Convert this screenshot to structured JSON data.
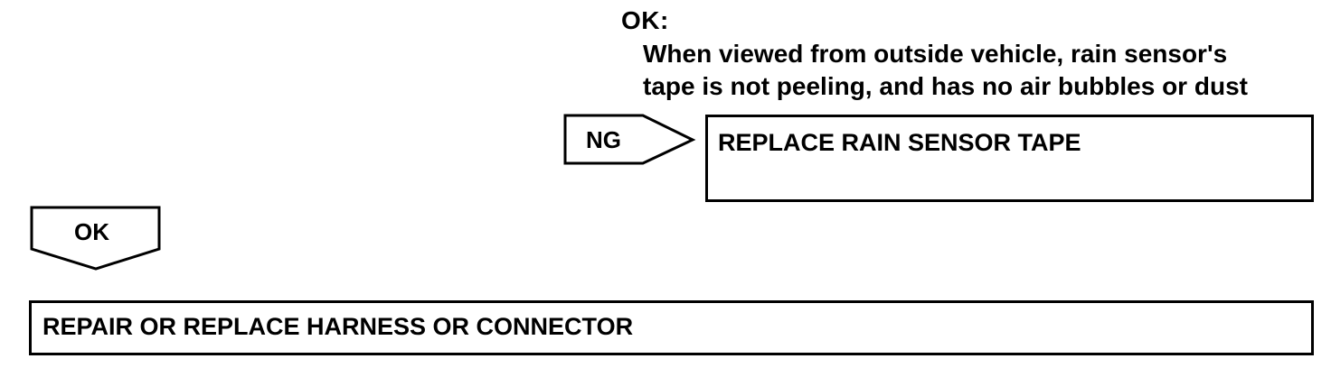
{
  "criteria": {
    "ok_label": "OK:",
    "ok_description": "When viewed from outside vehicle, rain sensor's\ntape is not peeling, and has no air bubbles or dust"
  },
  "ng_branch": {
    "arrow_label": "NG",
    "action": "REPLACE RAIN SENSOR TAPE"
  },
  "ok_branch": {
    "arrow_label": "OK",
    "action": "REPAIR OR REPLACE HARNESS OR CONNECTOR"
  }
}
